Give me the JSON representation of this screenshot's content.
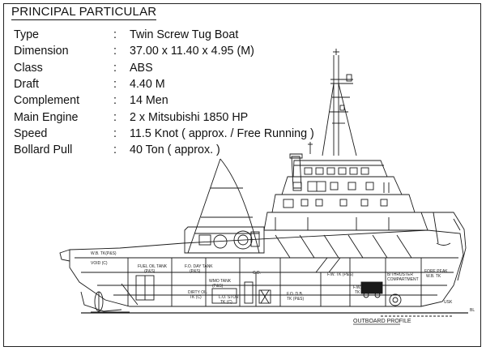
{
  "title": "PRINCIPAL PARTICULAR",
  "specs": [
    {
      "label": "Type",
      "colon": ":",
      "value": "Twin Screw Tug Boat"
    },
    {
      "label": "Dimension",
      "colon": ":",
      "value": "37.00 x 11.40 x 4.95 (M)"
    },
    {
      "label": "Class",
      "colon": ":",
      "value": "ABS"
    },
    {
      "label": "Draft",
      "colon": ":",
      "value": "4.40 M"
    },
    {
      "label": "Complement",
      "colon": ":",
      "value": "14 Men"
    },
    {
      "label": "Main Engine",
      "colon": ":",
      "value": "2 x  Mitsubishi 1850 HP"
    },
    {
      "label": "Speed",
      "colon": ":",
      "value": "11.5 Knot ( approx. / Free Running )"
    },
    {
      "label": "Bollard Pull",
      "colon": ":",
      "value": "40 Ton ( approx. )"
    }
  ],
  "drawing": {
    "caption": "OUTBOARD PROFILE",
    "labels": {
      "void": "VOID (C)",
      "wb_tk": "W.B. TK(P&S)",
      "fuel_oil": "FUEL OIL TANK",
      "fuel_oil_ps": "(P&S)",
      "fo_day": "F.O. DAY TANK",
      "fo_day_ps": "(P&S)",
      "wmo": "WMO TANK",
      "wmo_ps": "(P&S)",
      "cofferdam": "C.D.",
      "fw_tk": "F.W. TK (P&S)",
      "thruster": "B/THRUSTER",
      "thruster_room": "COMPARTMENT",
      "fore_peak": "FORE PEAK",
      "fore_peak_sub": "W.B. TK",
      "fo_db": "F.O. D.B.",
      "fo_db_ps": "TK (P&S)",
      "fw_small": "F.W.",
      "fw_small2": "TK",
      "dirty_oil": "DIRTY OIL",
      "dirty_oil2": "TK (C)",
      "lub_oil": "L.O. STOR",
      "lub_oil2": "TK (C)",
      "base": "BL",
      "usk": "USK"
    }
  }
}
